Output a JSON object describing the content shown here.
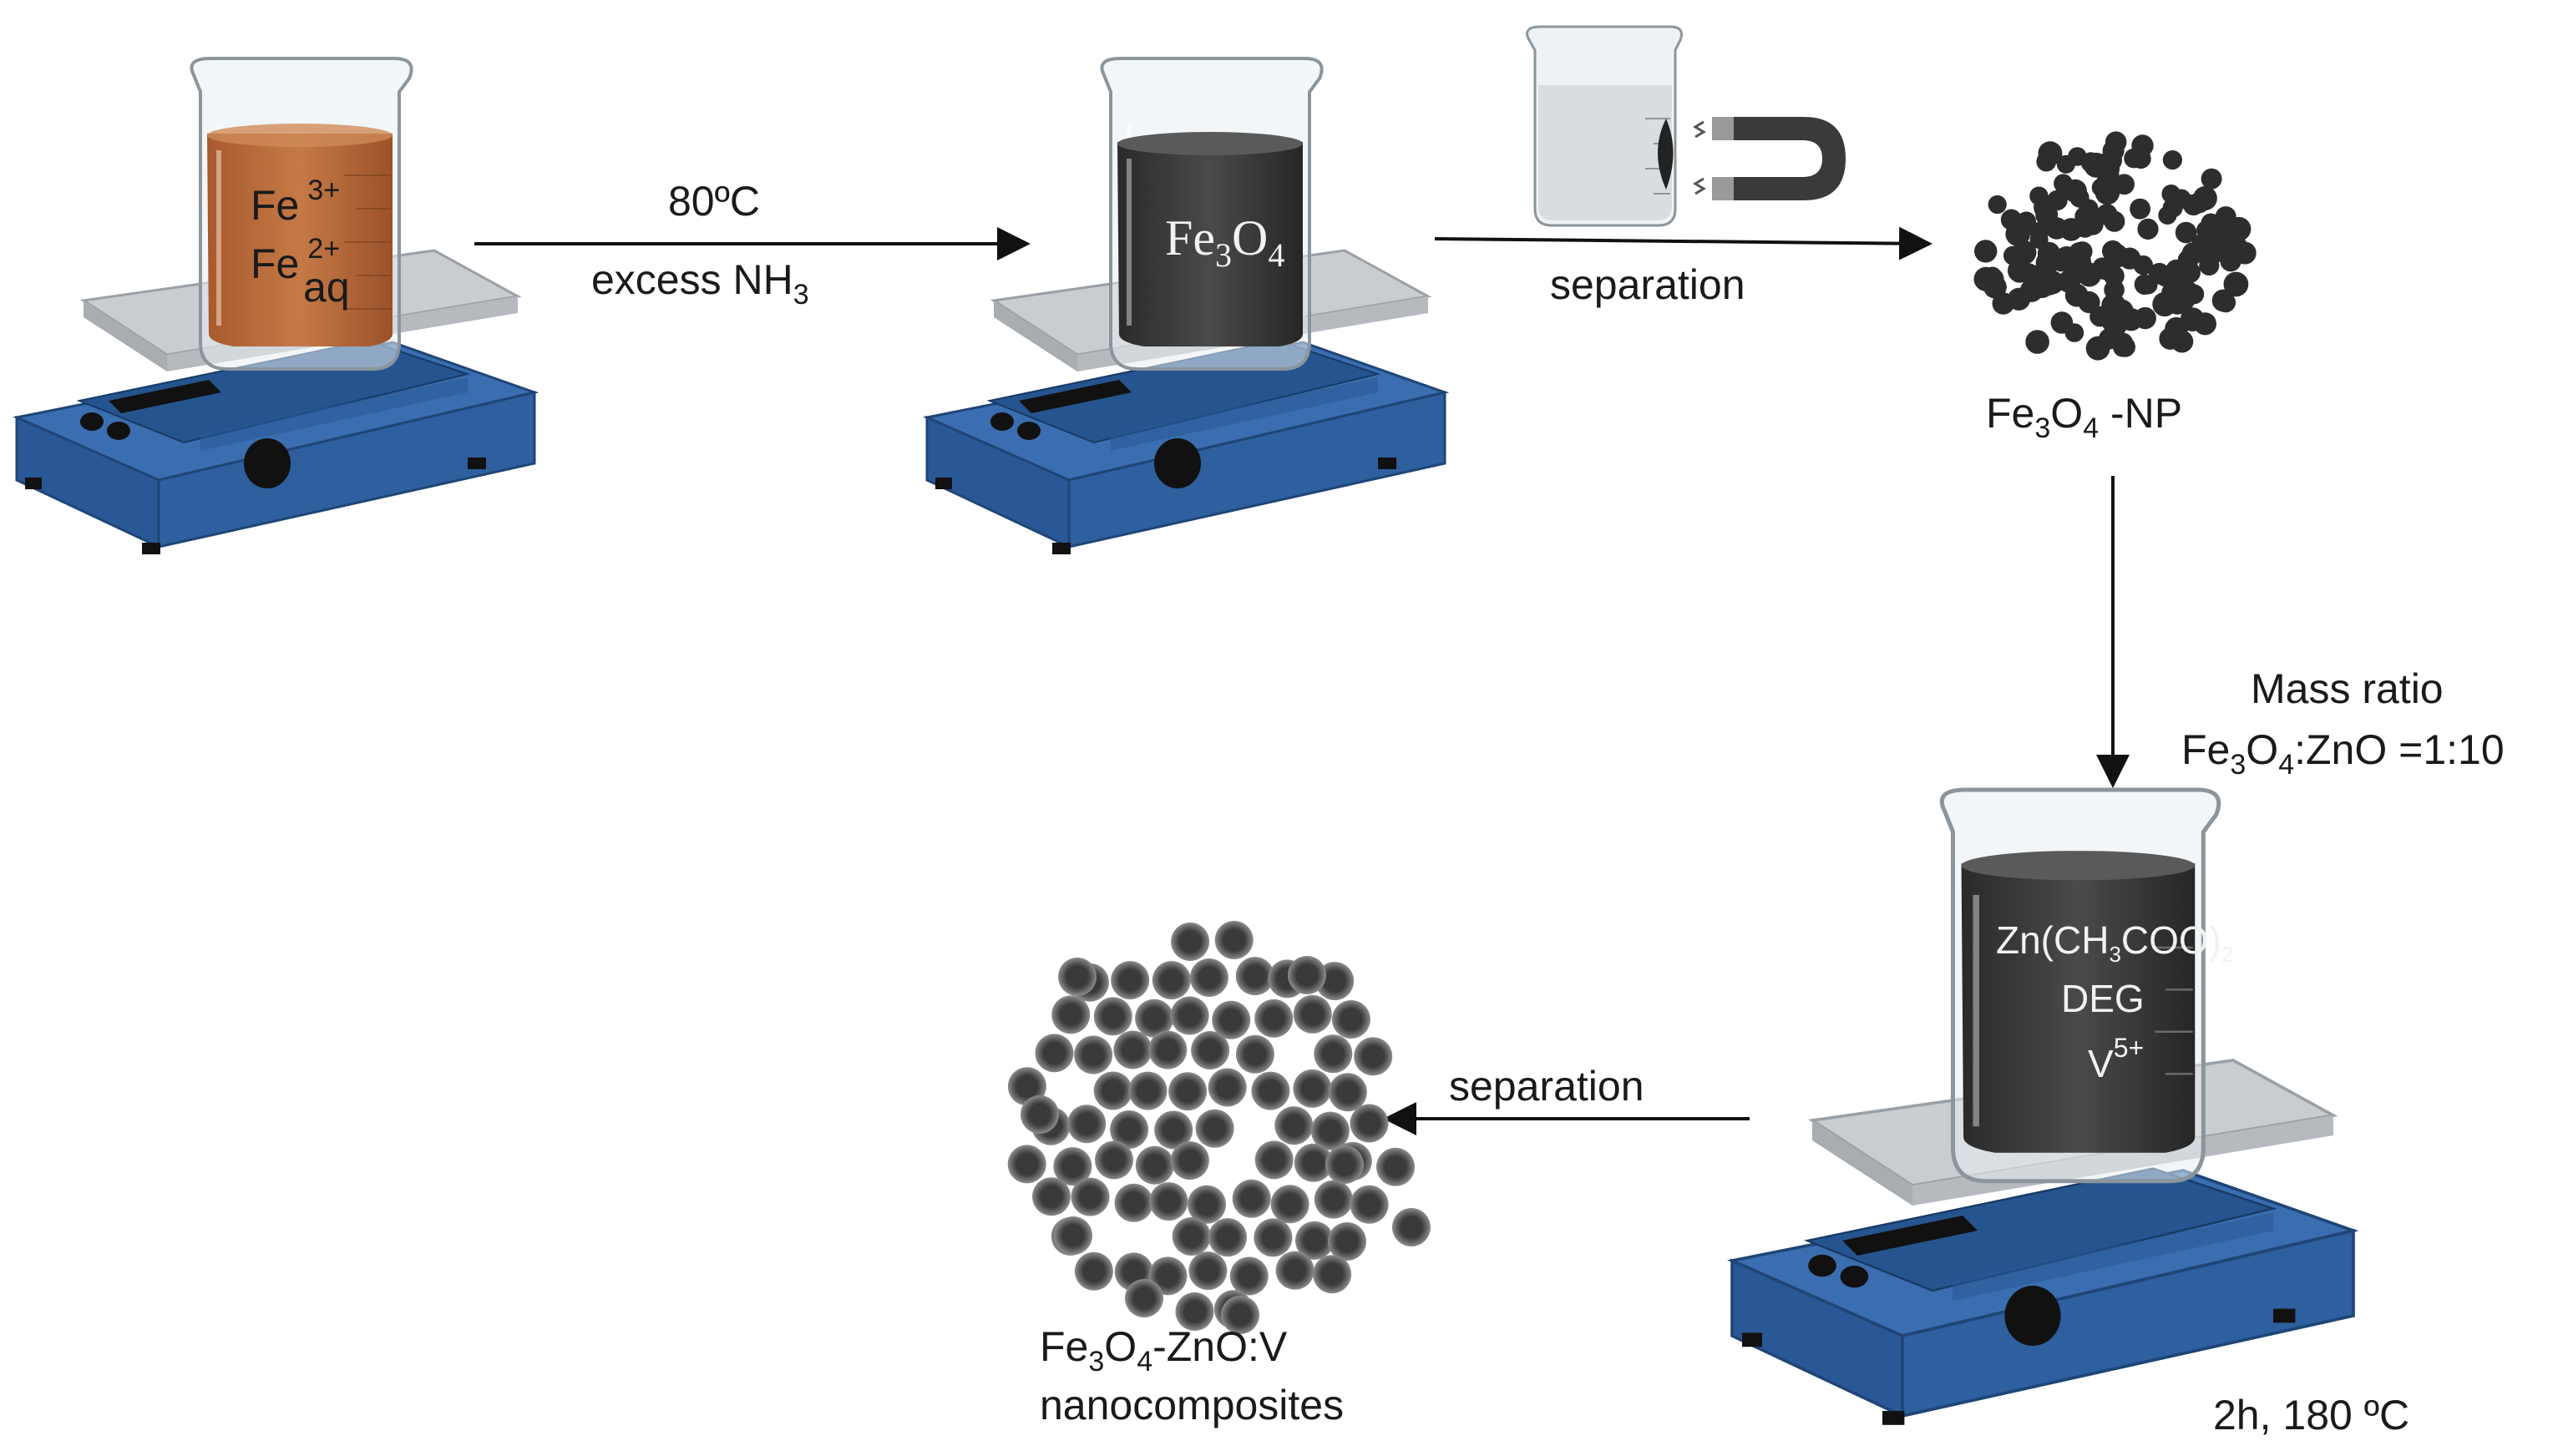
{
  "diagram": {
    "step1": {
      "line1_el": "Fe",
      "line1_sup": "3+",
      "line2_el": "Fe",
      "line2_sup": "2+",
      "line2_sub": "aq"
    },
    "arrow1": {
      "top_label": "80ºC",
      "bottom_label_main": "excess NH",
      "bottom_label_sub": "3"
    },
    "step2": {
      "el1": "Fe",
      "sub1": "3",
      "el2": "O",
      "sub2": "4"
    },
    "arrow2": {
      "label": "separation"
    },
    "nanoparticles": {
      "el1": "Fe",
      "sub1": "3",
      "el2": "O",
      "sub2": "4",
      "suffix": " -NP"
    },
    "mass_ratio": {
      "line1": "Mass ratio",
      "el1": "Fe",
      "sub1": "3",
      "el2": "O",
      "sub2": "4",
      "suffix": ":ZnO =1:10"
    },
    "step3": {
      "line1_main": "Zn(CH",
      "line1_sub1": "3",
      "line1_mid": "COO)",
      "line1_sub2": "2",
      "line2": "DEG",
      "line3_el": "V",
      "line3_sup": "5+"
    },
    "conditions": "2h, 180 ºC",
    "arrow3": {
      "label": "separation"
    },
    "product": {
      "el1": "Fe",
      "sub1": "3",
      "el2": "O",
      "sub2": "4",
      "suffix": "-ZnO:V",
      "line2": "nanocomposites"
    }
  },
  "colors": {
    "hotplate_blue": "#2e5f9e",
    "hotplate_dark": "#1f4577",
    "solution_brown": "#b8693a",
    "solution_dark": "#3b3b3b",
    "nanoparticle": "#2d2d2d",
    "composite_core": "#3a3a3a",
    "composite_shell": "#8a8a8a"
  },
  "icons": [
    "hotplate-stirrer-icon",
    "beaker-icon",
    "magnet-icon",
    "nanoparticle-cluster-icon"
  ]
}
